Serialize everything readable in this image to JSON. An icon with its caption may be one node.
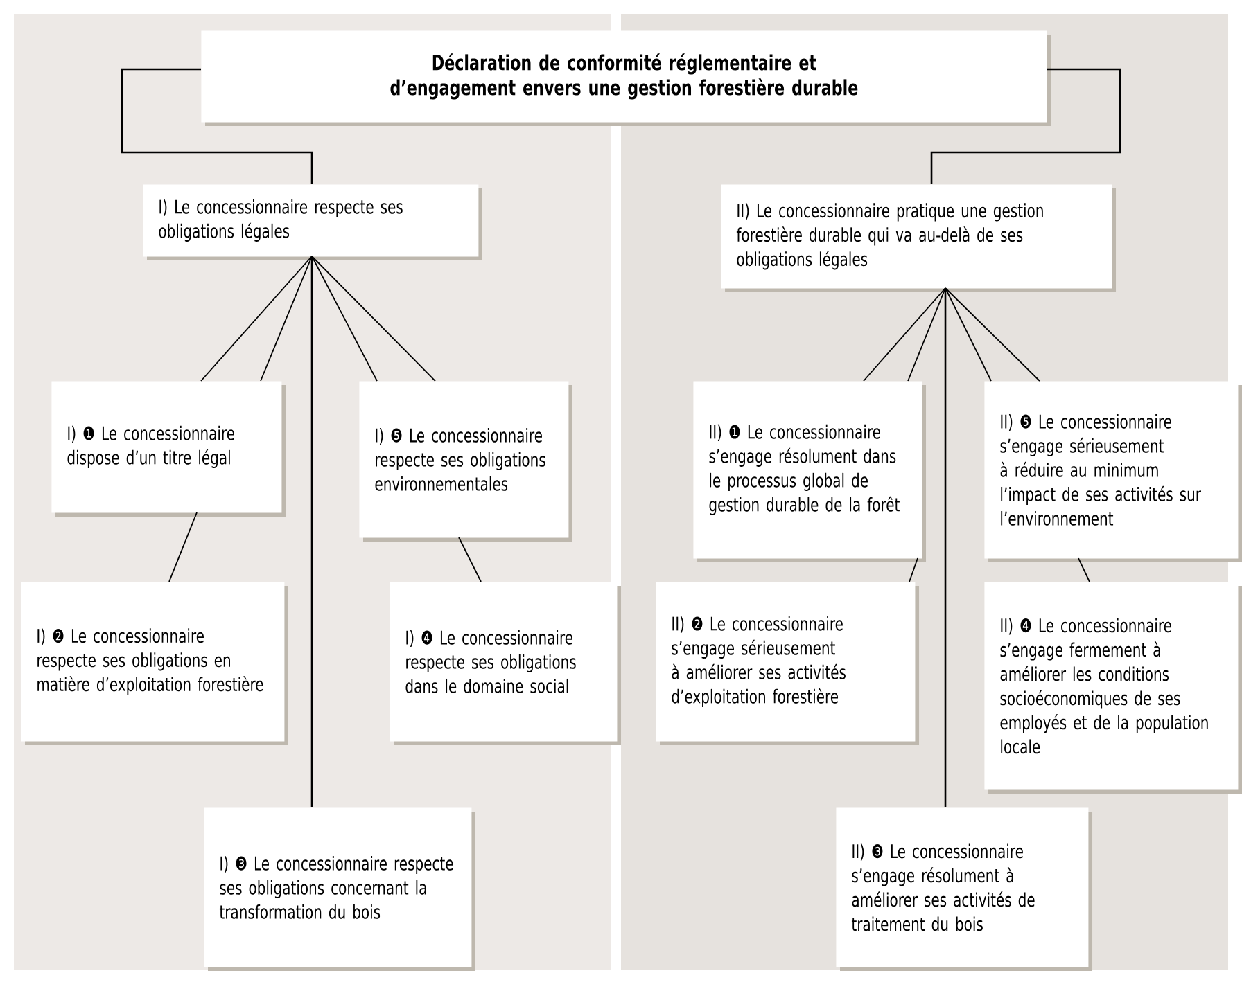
{
  "diagram": {
    "nodes": [
      {
        "text": [
          "Déclaration de conformité réglementaire et d’engagement envers une gestion forestière durable"
        ]
      },
      {
        "text": [
          "I) Le concessionnaire respecte ses obligations légales"
        ]
      },
      {
        "text": [
          "I) ❶ Le concessionnaire dispose d’un titre légal"
        ]
      },
      {
        "text": [
          "I) ❺ Le concessionnaire respecte ses obligations environnementales"
        ]
      },
      {
        "text": [
          "I) ❷ Le concessionnaire respecte ses obligations en matière d’exploitation forestière"
        ]
      },
      {
        "text": [
          "I) ❹ Le concessionnaire respecte ses obligations dans le domaine social"
        ]
      },
      {
        "text": [
          "I) ❸ Le concessionnaire respecte ses obligations concernant la transformation du bois"
        ]
      },
      {
        "text": [
          "II) Le concessionnaire pratique une gestion forestière durable qui va au-delà de ses obligations légales"
        ]
      },
      {
        "text": [
          "II) ❶ Le concessionnaire s’engage résolument dans le processus global de gestion durable de la forêt"
        ]
      },
      {
        "text": [
          "II) ❺ Le concessionnaire s’engage sérieusement à réduire au minimum l’impact de ses activités sur l’environnement"
        ]
      },
      {
        "text": [
          "II) ❷ Le concessionnaire s’engage sérieusement à améliorer ses activités d’exploitation forestière"
        ]
      },
      {
        "text": [
          "II) ❹ Le concessionnaire s’engage fermement à améliorer les conditions socioéconomiques de ses employés et de la population locale"
        ]
      },
      {
        "text": [
          "II) ❸ Le concessionnaire s’engage résolument à améliorer ses activités de traitement du bois"
        ]
      }
    ],
    "edges": [
      {
        "from": 0,
        "to": 1,
        "arrow": "none"
      },
      {
        "from": 0,
        "to": 7,
        "arrow": "none"
      },
      {
        "from": 1,
        "to": 2,
        "arrow": "none"
      },
      {
        "from": 1,
        "to": 2,
        "arrow": "none"
      },
      {
        "from": 2,
        "to": 4,
        "arrow": "none"
      },
      {
        "from": 1,
        "to": 6,
        "arrow": "none"
      },
      {
        "from": 1,
        "to": 3,
        "arrow": "none"
      },
      {
        "from": 1,
        "to": 3,
        "arrow": "none"
      },
      {
        "from": 3,
        "to": 5,
        "arrow": "none"
      },
      {
        "from": 7,
        "to": 8,
        "arrow": "none"
      },
      {
        "from": 7,
        "to": 8,
        "arrow": "none"
      },
      {
        "from": 8,
        "to": 10,
        "arrow": "none"
      },
      {
        "from": 7,
        "to": 12,
        "arrow": "none"
      },
      {
        "from": 7,
        "to": 9,
        "arrow": "none"
      },
      {
        "from": 7,
        "to": 9,
        "arrow": "none"
      },
      {
        "from": 9,
        "to": 11,
        "arrow": "none"
      }
    ]
  }
}
